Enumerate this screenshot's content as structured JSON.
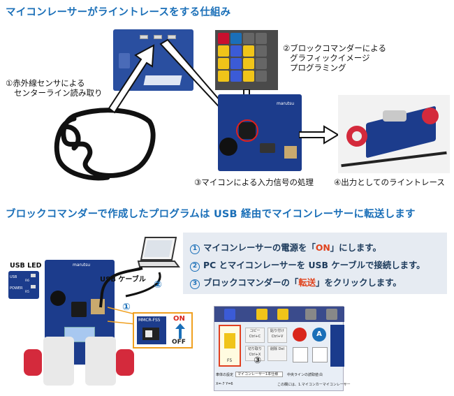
{
  "heading1": "マイコンレーサーがライントレースをする仕組み",
  "heading2": "ブロックコマンダーで作成したプログラムは USB 経由でマイコンレーサーに転送します",
  "labels": {
    "sensor": [
      "①赤外線センサによる",
      "センターライン読み取り"
    ],
    "graphic": [
      "②ブロックコマンダーによる",
      "グラフィックイメージ",
      "プログラミング"
    ],
    "process": "③マイコンによる入力信号の処理",
    "output": "④出力としてのライントレース"
  },
  "steps": [
    {
      "num": "1",
      "pre": "マイコンレーサーの電源を「",
      "hl": "ON",
      "post": "」にします。"
    },
    {
      "num": "2",
      "pre": "PC とマイコンレーサーを USB ケーブルで接続します。",
      "hl": "",
      "post": ""
    },
    {
      "num": "3",
      "pre": "ブロックコマンダーの「",
      "hl": "転送",
      "post": "」をクリックします。"
    }
  ],
  "photo": {
    "usb_led": "USB LED",
    "usb_cable": "USB ケーブル",
    "board_brand": "marutsu",
    "switch_label": "MMCR-FS5",
    "on": "ON",
    "off": "OFF",
    "num1": "①",
    "num2": "②",
    "num3": "③",
    "led_labels": [
      "USB",
      "POWER"
    ],
    "led_codes": [
      "R6",
      "R5"
    ]
  },
  "software": {
    "buttons": [
      "コピー Ctrl+C",
      "貼り付け Ctrl+V",
      "切り取り Ctrl+X",
      "削除 Del"
    ],
    "fs_label": "F5",
    "status_left": "車体の設定",
    "status_select": "マイコンレーサー1本仕様",
    "status_mid": "中央ラインの読取値",
    "status_radio": "白",
    "coords": "X=-7 Y=6",
    "status_msg": "この欄には、1.マイコンカーマイコンレーサー"
  },
  "colors": {
    "accent": "#1a6fb8",
    "highlight": "#e0421c",
    "board": "#1c3c8c"
  }
}
